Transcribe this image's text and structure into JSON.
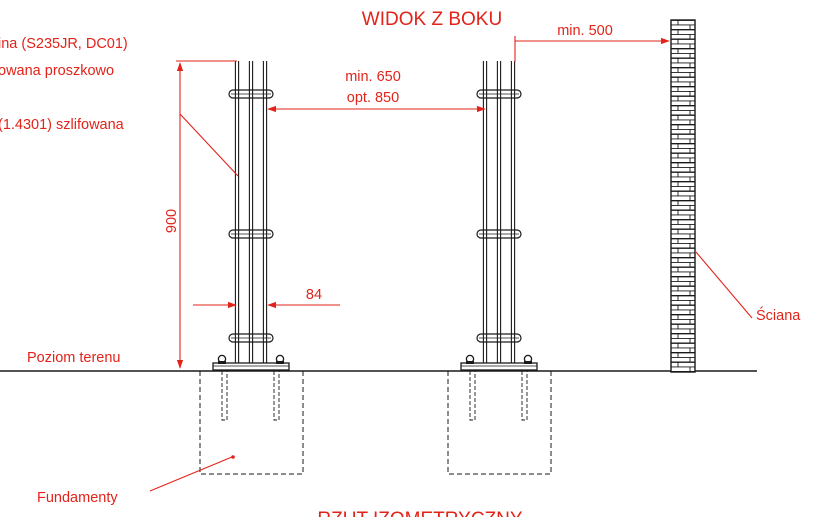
{
  "title_side": "WIDOK Z BOKU",
  "title_iso": "RZUT IZOMETRYCZNY",
  "labels": {
    "steel_grade": "ina (S235JR, DC01)",
    "powder_coated": "owana proszkowo",
    "stainless": "(1.4301) szlifowana",
    "ground_level": "Poziom terenu",
    "foundations": "Fundamenty",
    "wall": "Ściana"
  },
  "dimensions": {
    "height": "900",
    "spacing_min": "min. 650",
    "spacing_opt": "opt. 850",
    "wall_distance": "min. 500",
    "post_width": "84"
  },
  "colors": {
    "annotation": "#e2231a",
    "drawing": "#1a1a1a"
  }
}
